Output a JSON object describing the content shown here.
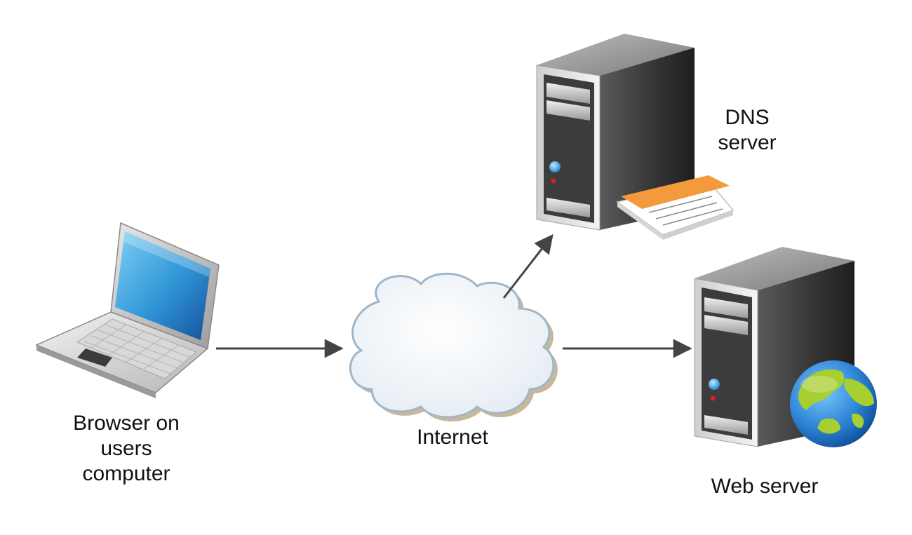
{
  "labels": {
    "laptop": [
      "Browser on",
      "users",
      "computer"
    ],
    "cloud": "Internet",
    "dns": [
      "DNS",
      "server"
    ],
    "web": "Web server"
  },
  "nodes": [
    {
      "id": "laptop",
      "icon": "laptop-icon"
    },
    {
      "id": "cloud",
      "icon": "cloud-icon"
    },
    {
      "id": "dns",
      "icon": "server-icon"
    },
    {
      "id": "web",
      "icon": "server-icon"
    }
  ],
  "edges": [
    {
      "from": "laptop",
      "to": "cloud"
    },
    {
      "from": "cloud",
      "to": "dns"
    },
    {
      "from": "cloud",
      "to": "web"
    }
  ],
  "colors": {
    "arrow": "#444444",
    "server_body": "#3a3a3a",
    "screen": "#3a9fd8",
    "cloud_fill": "#f2f6fa",
    "cloud_stroke": "#9fb6c8",
    "document_accent": "#f39a3c",
    "globe_ocean": "#2f86d6",
    "globe_land": "#a7cf2f"
  }
}
